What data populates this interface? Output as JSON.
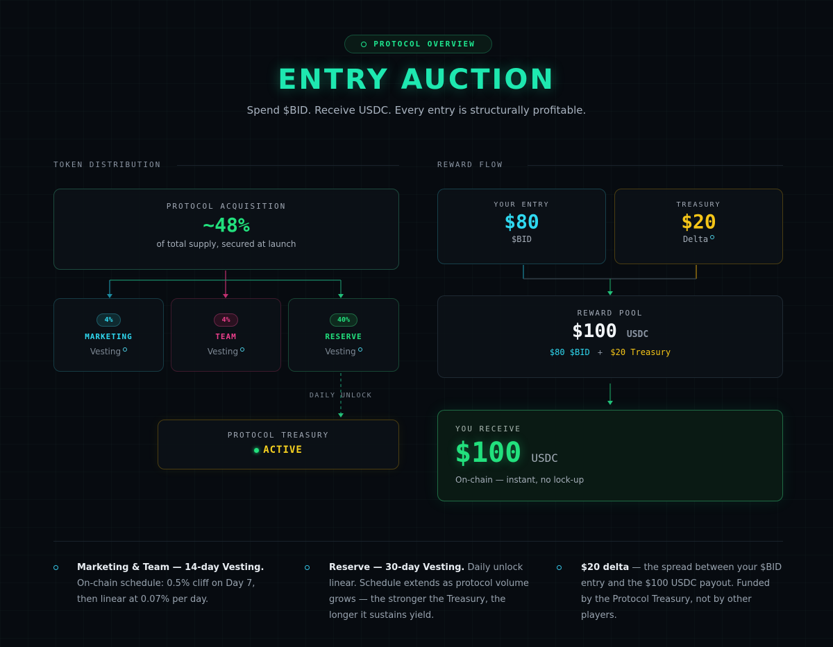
{
  "header": {
    "badge": "PROTOCOL OVERVIEW",
    "title": "ENTRY AUCTION",
    "subtitle": "Spend $BID. Receive USDC. Every entry is structurally profitable."
  },
  "distribution": {
    "section_label": "TOKEN DISTRIBUTION",
    "acquisition": {
      "label": "PROTOCOL ACQUISITION",
      "value": "~48%",
      "caption": "of total supply, secured at launch"
    },
    "buckets": [
      {
        "percent": "4%",
        "name": "MARKETING",
        "status": "Vesting",
        "color": "#2fd8f0"
      },
      {
        "percent": "4%",
        "name": "TEAM",
        "status": "Vesting",
        "color": "#ec3f8c"
      },
      {
        "percent": "40%",
        "name": "RESERVE",
        "status": "Vesting",
        "color": "#22e07d"
      }
    ],
    "daily_unlock": "DAILY UNLOCK",
    "treasury": {
      "label": "PROTOCOL TREASURY",
      "status": "ACTIVE"
    }
  },
  "reward": {
    "section_label": "REWARD FLOW",
    "your_entry": {
      "label": "YOUR ENTRY",
      "value": "$80",
      "unit": "$BID"
    },
    "treasury": {
      "label": "TREASURY",
      "value": "$20",
      "unit": "Delta"
    },
    "pool": {
      "label": "REWARD POOL",
      "value": "$100",
      "unit": "USDC",
      "breakdown_a": "$80 $BID",
      "breakdown_plus": "+",
      "breakdown_b": "$20 Treasury"
    },
    "receive": {
      "label": "YOU RECEIVE",
      "value": "$100",
      "unit": "USDC",
      "caption": "On-chain — instant, no lock-up"
    }
  },
  "notes": [
    {
      "bold": "Marketing & Team — 14-day Vesting.",
      "text": "On-chain schedule: 0.5% cliff on Day 7, then linear at 0.07% per day."
    },
    {
      "bold": "Reserve — 30-day Vesting.",
      "text": "Daily unlock linear. Schedule extends as protocol volume grows — the stronger the Treasury, the longer it sustains yield."
    },
    {
      "bold": "$20 delta",
      "text": "— the spread between your $BID entry and the $100 USDC payout. Funded by the Protocol Treasury, not by other players."
    }
  ],
  "colors": {
    "accent_green": "#1ee68f",
    "cyan": "#2fd8f0",
    "gold": "#f5c518",
    "pink": "#ec3f8c"
  }
}
